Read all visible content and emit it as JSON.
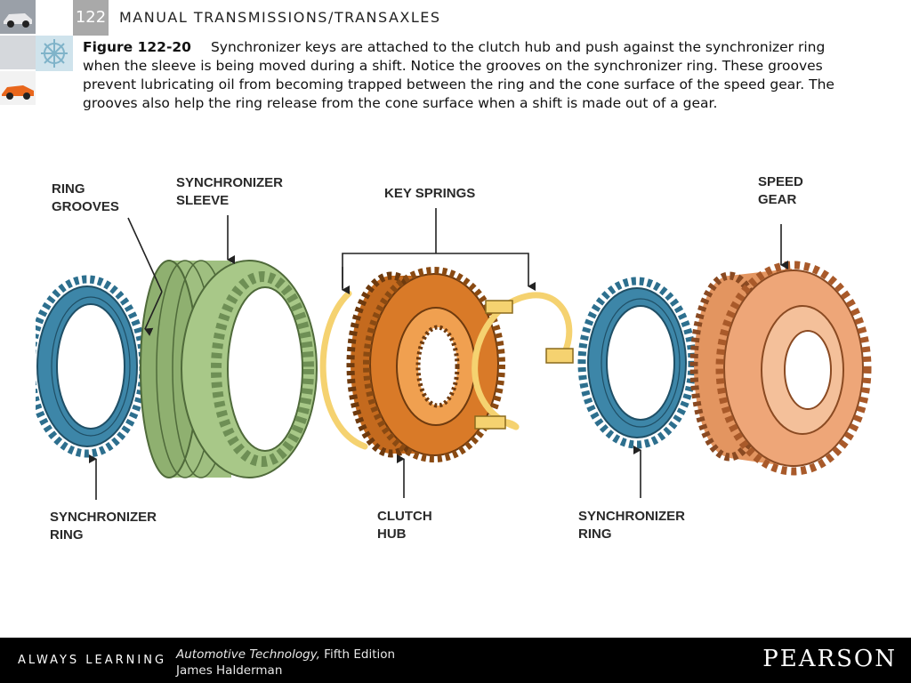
{
  "header": {
    "chapter_number": "122",
    "title": "MANUAL TRANSMISSIONS/TRANSAXLES"
  },
  "caption": {
    "figure_label": "Figure 122-20",
    "text": "Synchronizer keys are attached to the clutch hub and push against the synchronizer ring when the sleeve is being moved during a shift. Notice the grooves on the synchronizer ring. These grooves prevent lubricating oil from becoming trapped between the ring and the cone surface of the speed gear. The grooves also help the ring release from the cone surface when a shift is made out of a gear."
  },
  "figure": {
    "labels": {
      "ring_grooves_1": "RING",
      "ring_grooves_2": "GROOVES",
      "sleeve_1": "SYNCHRONIZER",
      "sleeve_2": "SLEEVE",
      "key_springs": "KEY SPRINGS",
      "speed_gear_1": "SPEED",
      "speed_gear_2": "GEAR",
      "sync_ring_left_1": "SYNCHRONIZER",
      "sync_ring_left_2": "RING",
      "clutch_hub_1": "CLUTCH",
      "clutch_hub_2": "HUB",
      "sync_ring_right_1": "SYNCHRONIZER",
      "sync_ring_right_2": "RING"
    },
    "colors": {
      "ring": "#3d86a8",
      "sleeve": "#a8c888",
      "hub": "#d97a28",
      "spring": "#f5d270",
      "gear": "#eea678"
    }
  },
  "footer": {
    "tagline": "ALWAYS LEARNING",
    "book_title": "Automotive Technology,",
    "edition": "Fifth Edition",
    "author": "James Halderman",
    "publisher": "PEARSON"
  }
}
